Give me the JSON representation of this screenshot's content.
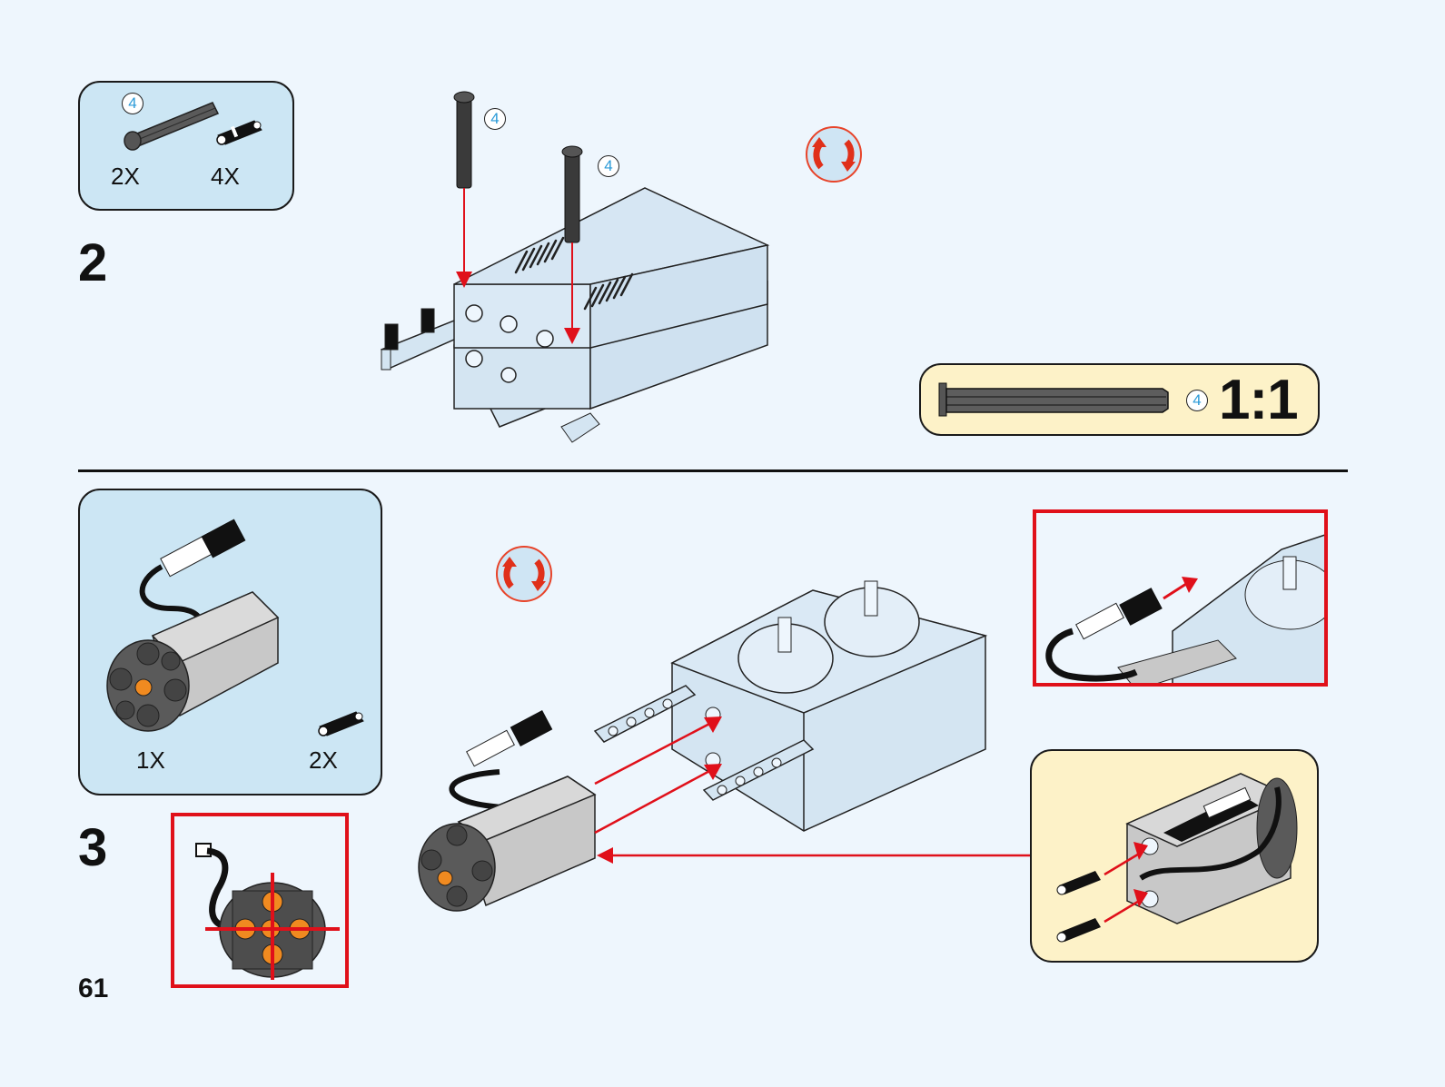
{
  "page": {
    "number": "61",
    "background": "#eef6fd",
    "accent_red": "#e0101a",
    "badge_blue": "#2a9ad8"
  },
  "steps": [
    {
      "number": "2",
      "parts": [
        {
          "name": "axle-with-stop",
          "badge": "4",
          "quantity": "2X"
        },
        {
          "name": "friction-pin-connector",
          "quantity": "4X"
        }
      ],
      "assembly_badges": [
        "4",
        "4"
      ],
      "rotate_icon": "rotate-icon",
      "scale_reference": {
        "badge": "4",
        "label": "1:1"
      }
    },
    {
      "number": "3",
      "parts": [
        {
          "name": "motor",
          "quantity": "1X"
        },
        {
          "name": "friction-pin-connector",
          "quantity": "2X"
        }
      ],
      "rotate_icon": "rotate-icon",
      "callouts": [
        "motor-front-alignment",
        "cable-connector-detail",
        "pin-insertion-detail"
      ]
    }
  ]
}
